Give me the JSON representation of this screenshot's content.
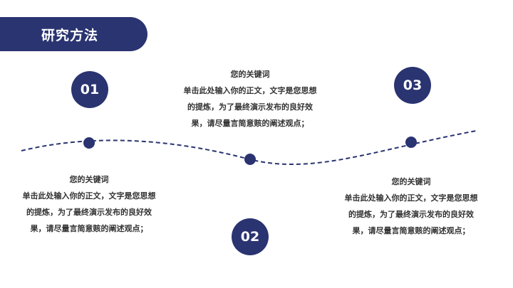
{
  "title": "研究方法",
  "points": [
    {
      "number": "01",
      "keyword": "您的关键词",
      "body": "单击此处输入你的正文，文字是您思想的提炼，为了最终演示发布的良好效果，请尽量言简意赅的阐述观点；"
    },
    {
      "number": "02",
      "keyword": "您的关键词",
      "body": "单击此处输入你的正文，文字是您思想的提炼，为了最终演示发布的良好效果，请尽量言简意赅的阐述观点；"
    },
    {
      "number": "03",
      "keyword": "您的关键词",
      "body": "单击此处输入你的正文，文字是您思想的提炼，为了最终演示发布的良好效果，请尽量言简意赅的阐述观点；"
    }
  ],
  "colors": {
    "accent": "#2a3471",
    "text": "#333333"
  }
}
